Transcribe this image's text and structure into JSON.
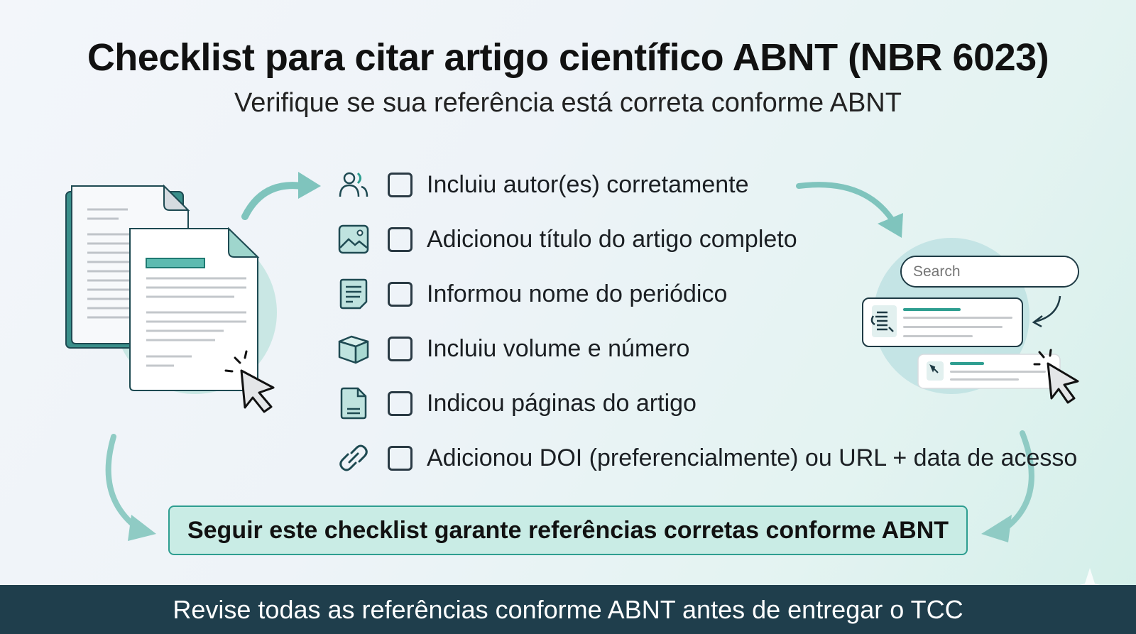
{
  "header": {
    "title": "Checklist para citar artigo científico ABNT (NBR 6023)",
    "subtitle": "Verifique se sua referência está correta conforme ABNT"
  },
  "checklist": [
    {
      "icon": "users-icon",
      "label": "Incluiu autor(es) corretamente",
      "checked": false
    },
    {
      "icon": "image-icon",
      "label": "Adicionou título do artigo completo",
      "checked": false
    },
    {
      "icon": "note-icon",
      "label": "Informou nome do periódico",
      "checked": false
    },
    {
      "icon": "box-icon",
      "label": "Incluiu volume e número",
      "checked": false
    },
    {
      "icon": "file-icon",
      "label": "Indicou páginas do artigo",
      "checked": false
    },
    {
      "icon": "link-icon",
      "label": "Adicionou DOI (preferencialmente) ou URL + data de acesso",
      "checked": false
    }
  ],
  "search": {
    "placeholder": "Search"
  },
  "summary": "Seguir este checklist garante referências corretas conforme ABNT",
  "footer": "Revise todas as referências conforme ABNT antes de entregar o TCC",
  "colors": {
    "accent": "#2e9e90",
    "accent_light": "#c9ece5",
    "dark": "#1f3e4c"
  }
}
